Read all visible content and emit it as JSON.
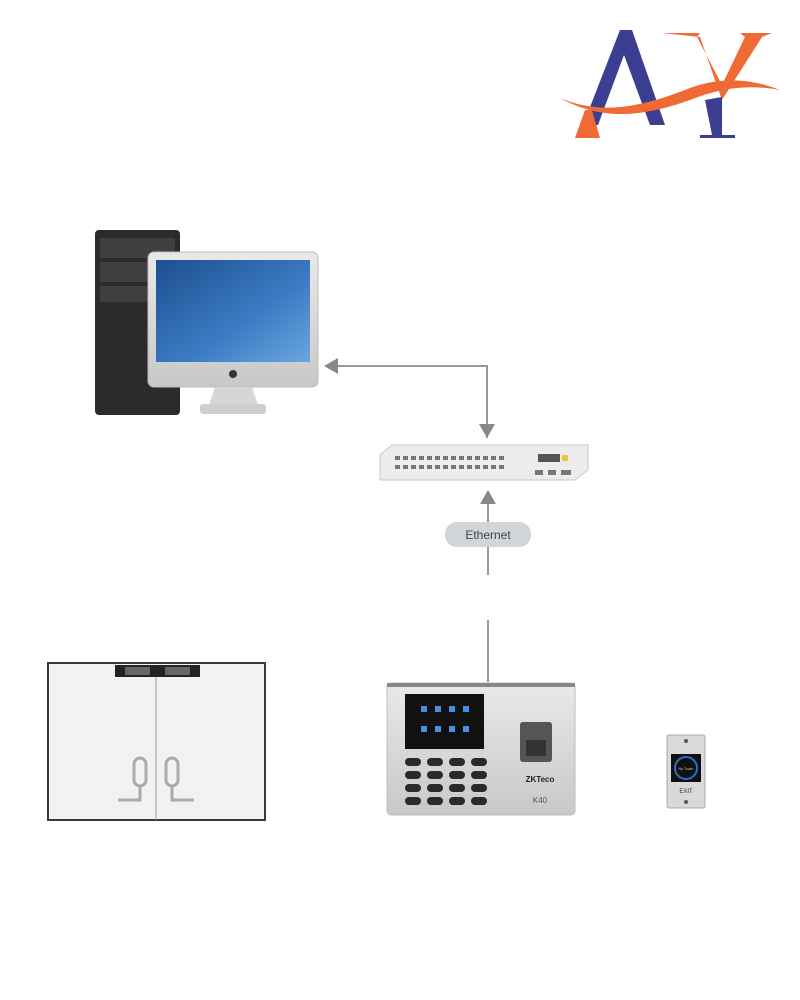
{
  "logo": {
    "text": "AY",
    "primary_color": "#3a3f91",
    "accent_color": "#ef6a35"
  },
  "diagram": {
    "link_label": "Ethernet",
    "devices": {
      "computer": "computer",
      "switch": "network-switch",
      "door": "door-with-lock",
      "terminal_brand": "ZKTeco",
      "terminal_model": "K40",
      "exit_button_label": "EXIT",
      "exit_button_face": "No Touch"
    }
  }
}
